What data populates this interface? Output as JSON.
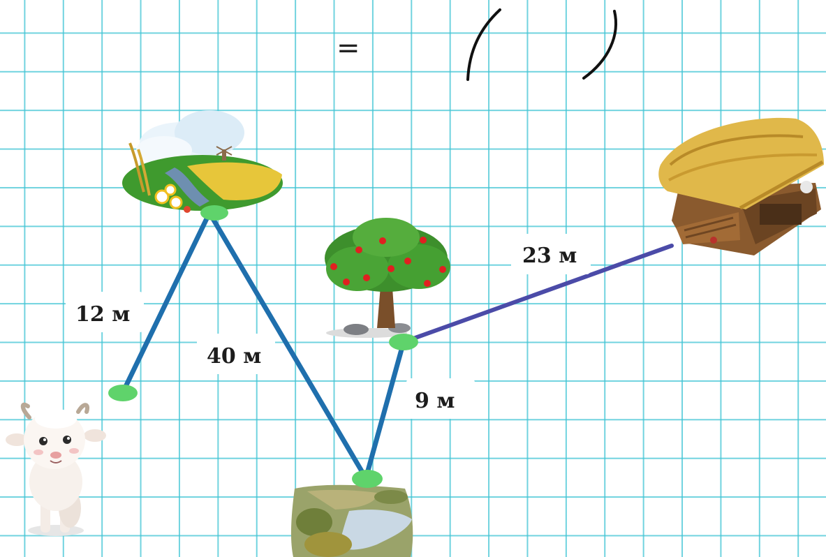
{
  "equation": {
    "equals_sign": "=",
    "blank_open": "(",
    "blank_close": ")"
  },
  "colors": {
    "grid": "#40c4d4",
    "route": "#1f6fad",
    "route_far": "#4b4ba8",
    "node": "#5fd36b"
  },
  "icons": [
    "meadow-icon",
    "apple-tree-icon",
    "barn-icon",
    "goat-icon",
    "river-icon"
  ],
  "segments": [
    {
      "id": "goat-meadow",
      "from": "goat",
      "to": "meadow",
      "label": "12 м"
    },
    {
      "id": "meadow-river",
      "from": "meadow",
      "to": "river",
      "label": "40 м"
    },
    {
      "id": "river-tree",
      "from": "river",
      "to": "tree",
      "label": "9 м"
    },
    {
      "id": "tree-barn",
      "from": "tree",
      "to": "barn",
      "label": "23 м"
    }
  ]
}
